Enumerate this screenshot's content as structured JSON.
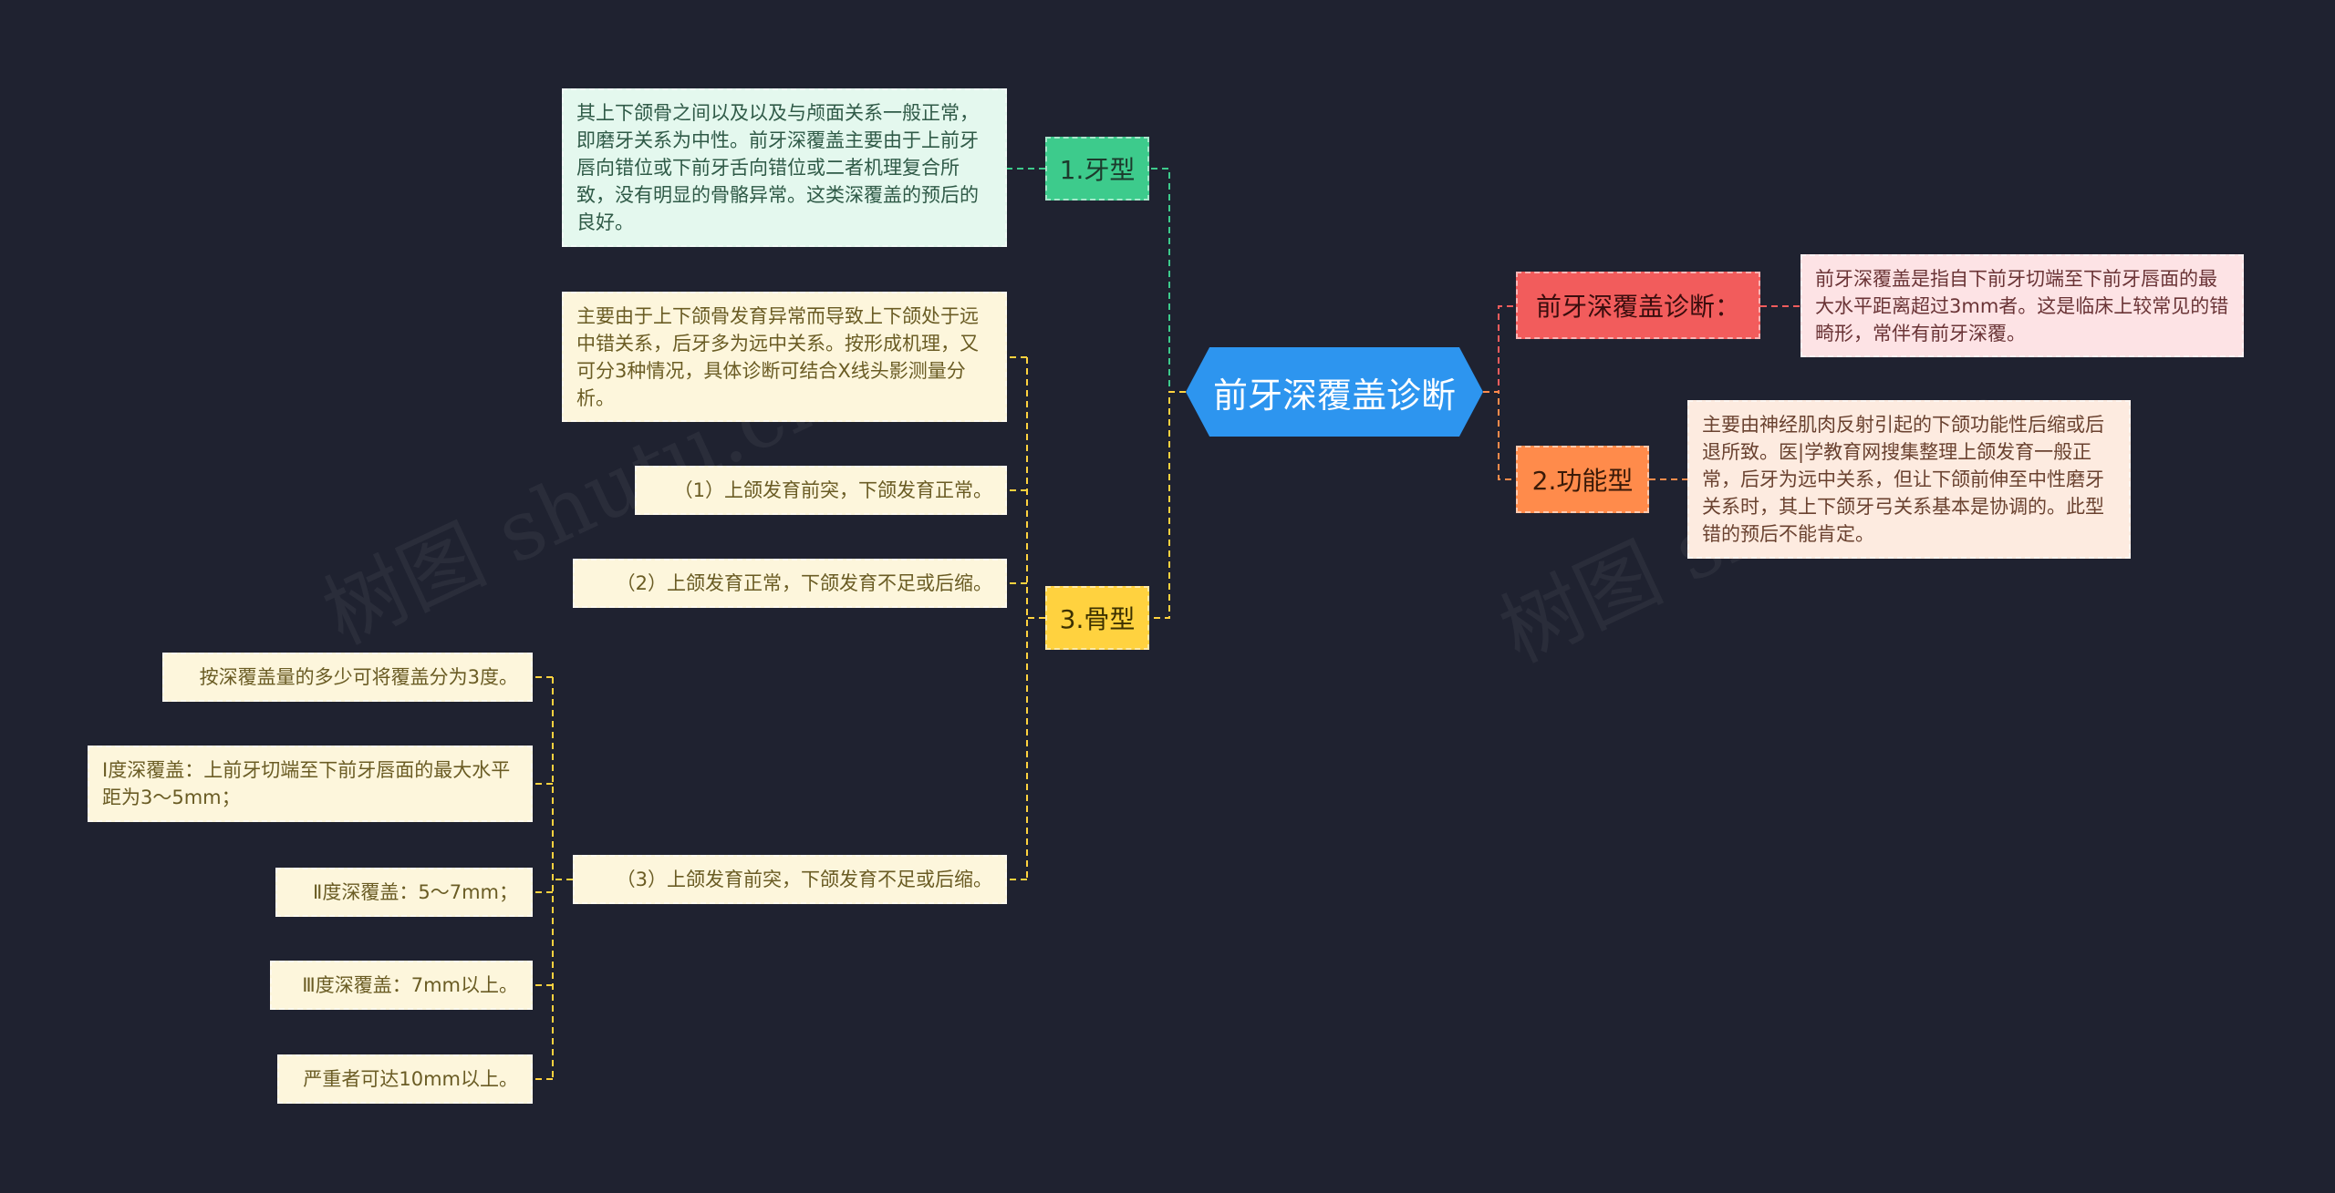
{
  "root": {
    "label": "前牙深覆盖诊断"
  },
  "branches": {
    "tooth": {
      "label": "1.牙型",
      "color": "#3dcb8c"
    },
    "function": {
      "label": "2.功能型",
      "color": "#ff8b4b"
    },
    "bone": {
      "label": "3.骨型",
      "color": "#ffd23f"
    },
    "definition": {
      "label": "前牙深覆盖诊断：",
      "color": "#f25c5c"
    }
  },
  "leaves": {
    "tooth_desc": "其上下颌骨之间以及以及与颅面关系一般正常，即磨牙关系为中性。前牙深覆盖主要由于上前牙唇向错位或下前牙舌向错位或二者机理复合所致，没有明显的骨骼异常。这类深覆盖的预后的良好。",
    "definition_desc": "前牙深覆盖是指自下前牙切端至下前牙唇面的最大水平距离超过3mm者。这是临床上较常见的错畸形，常伴有前牙深覆。",
    "function_desc": "主要由神经肌肉反射引起的下颌功能性后缩或后退所致。医|学教育网搜集整理上颌发育一般正常，后牙为远中关系，但让下颌前伸至中性磨牙关系时，其上下颌牙弓关系基本是协调的。此型错的预后不能肯定。",
    "bone_desc": "主要由于上下颌骨发育异常而导致上下颌处于远中错关系，后牙多为远中关系。按形成机理，又可分3种情况，具体诊断可结合X线头影测量分析。",
    "bone_case1": "（1）上颌发育前突，下颌发育正常。",
    "bone_case2": "（2）上颌发育正常，下颌发育不足或后缩。",
    "bone_case3": "（3）上颌发育前突，下颌发育不足或后缩。",
    "degree_intro": "按深覆盖量的多少可将覆盖分为3度。",
    "degree_1": "Ⅰ度深覆盖：上前牙切端至下前牙唇面的最大水平距为3～5mm；",
    "degree_2": "Ⅱ度深覆盖：5～7mm；",
    "degree_3": "Ⅲ度深覆盖：7mm以上。",
    "degree_severe": "严重者可达10mm以上。"
  },
  "watermarks": [
    "树图 shutu.cn",
    "树图 shutu.cn"
  ]
}
